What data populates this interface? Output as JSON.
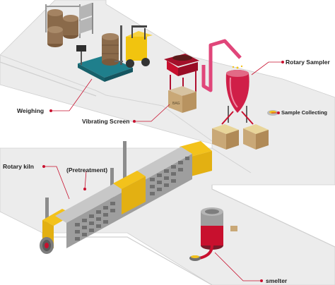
{
  "labels": {
    "weighing": "Weighing",
    "vibrating_screen": "Vibrating Screen",
    "rotary_sampler": "Rotary Sampler",
    "sample_collecting": "Sample Collecting",
    "rotary_kiln": "Rotary kiln",
    "pretreatment": "(Pretreatment)",
    "smelter": "smelter",
    "bag_print": "BAG"
  },
  "colors": {
    "floor": "#ececec",
    "floor_edge": "#cfcfcf",
    "accent": "#c8102e",
    "pink": "#e0467a",
    "kiln_yellow": "#f3c21b",
    "forklift": "#f1c40f",
    "scale": "#1f7f8c",
    "crate": "#c9a877",
    "barrel": "#8a6a4a",
    "steel": "#8c8c8c"
  }
}
